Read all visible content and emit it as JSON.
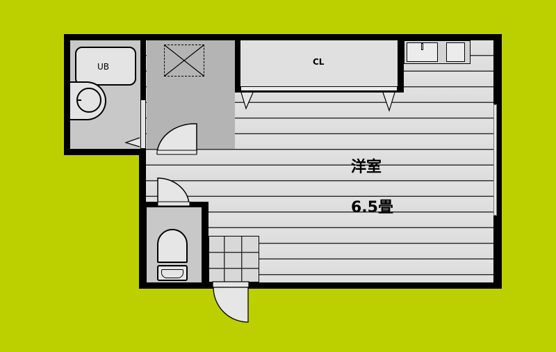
{
  "floorplan": {
    "background_color": "#bcd000",
    "wall_color": "#000000",
    "rooms": {
      "unit_bath": {
        "label": "UB"
      },
      "closet": {
        "label": "CL"
      },
      "western_room": {
        "label": "洋室",
        "size": "6.5畳"
      }
    },
    "fixtures": [
      "bathtub",
      "washbasin",
      "laundry-space",
      "kitchen-sink",
      "toilet",
      "hand-wash",
      "entrance-tiles"
    ]
  }
}
